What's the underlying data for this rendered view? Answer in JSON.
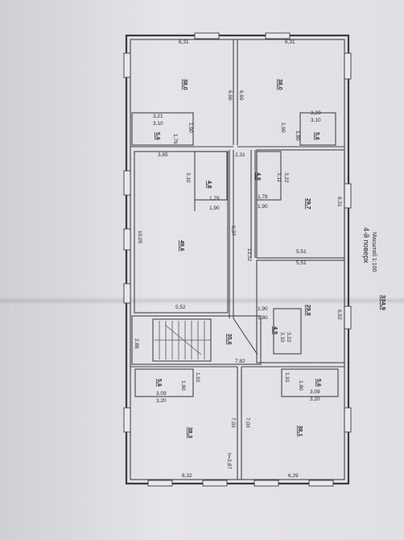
{
  "title": "4-й поверх",
  "scale": "Масштаб 1:100",
  "total_area": "334,9",
  "rooms": [
    {
      "id": "r1",
      "area": "38,0"
    },
    {
      "id": "r2",
      "area": "38,0"
    },
    {
      "id": "r3",
      "area": "5,6"
    },
    {
      "id": "r4",
      "area": "5,6"
    },
    {
      "id": "r5",
      "area": "4,8"
    },
    {
      "id": "r6",
      "area": "4,8"
    },
    {
      "id": "r7",
      "area": "49,6"
    },
    {
      "id": "r8",
      "area": "29,7"
    },
    {
      "id": "r9",
      "area": "29,8"
    },
    {
      "id": "r10",
      "area": "4,9"
    },
    {
      "id": "r11",
      "area": "35,6"
    },
    {
      "id": "r12",
      "area": "5,6"
    },
    {
      "id": "r13",
      "area": "5,6"
    },
    {
      "id": "r14",
      "area": "38,3"
    },
    {
      "id": "r15",
      "area": "38,1"
    }
  ],
  "dims": {
    "d1": "6,31",
    "d2": "6,31",
    "d3": "6,99",
    "d4": "6,99",
    "d5": "3,21",
    "d6": "3,10",
    "d7": "1,90",
    "d8": "1,79",
    "d9": "3,20",
    "d10": "3,10",
    "d11": "1,90",
    "d12": "1,80",
    "d13": "3,85",
    "d14": "2,31",
    "d15": "3,10",
    "d16": "1,79",
    "d17": "1,90",
    "d18": "3,22",
    "d19": "3,11",
    "d20": "1,78",
    "d21": "1,90",
    "d22": "6,31",
    "d23": "10,05",
    "d24": "9,37",
    "d25": "13,32",
    "d26": "5,51",
    "d27": "5,51",
    "d28": "5,52",
    "d29": "1,90",
    "d30": "1,80",
    "d31": "6,52",
    "d32": "3,22",
    "d33": "3,10",
    "d34": "2,88",
    "d35": "7,82",
    "d36": "1,91",
    "d37": "1,80",
    "d38": "3,09",
    "d39": "3,20",
    "d40": "1,80",
    "d41": "1,91",
    "d42": "3,09",
    "d43": "3,20",
    "d44": "7,03",
    "d45": "7,03",
    "d46": "6,32",
    "d47": "6,29",
    "d48": "h=2,87"
  }
}
